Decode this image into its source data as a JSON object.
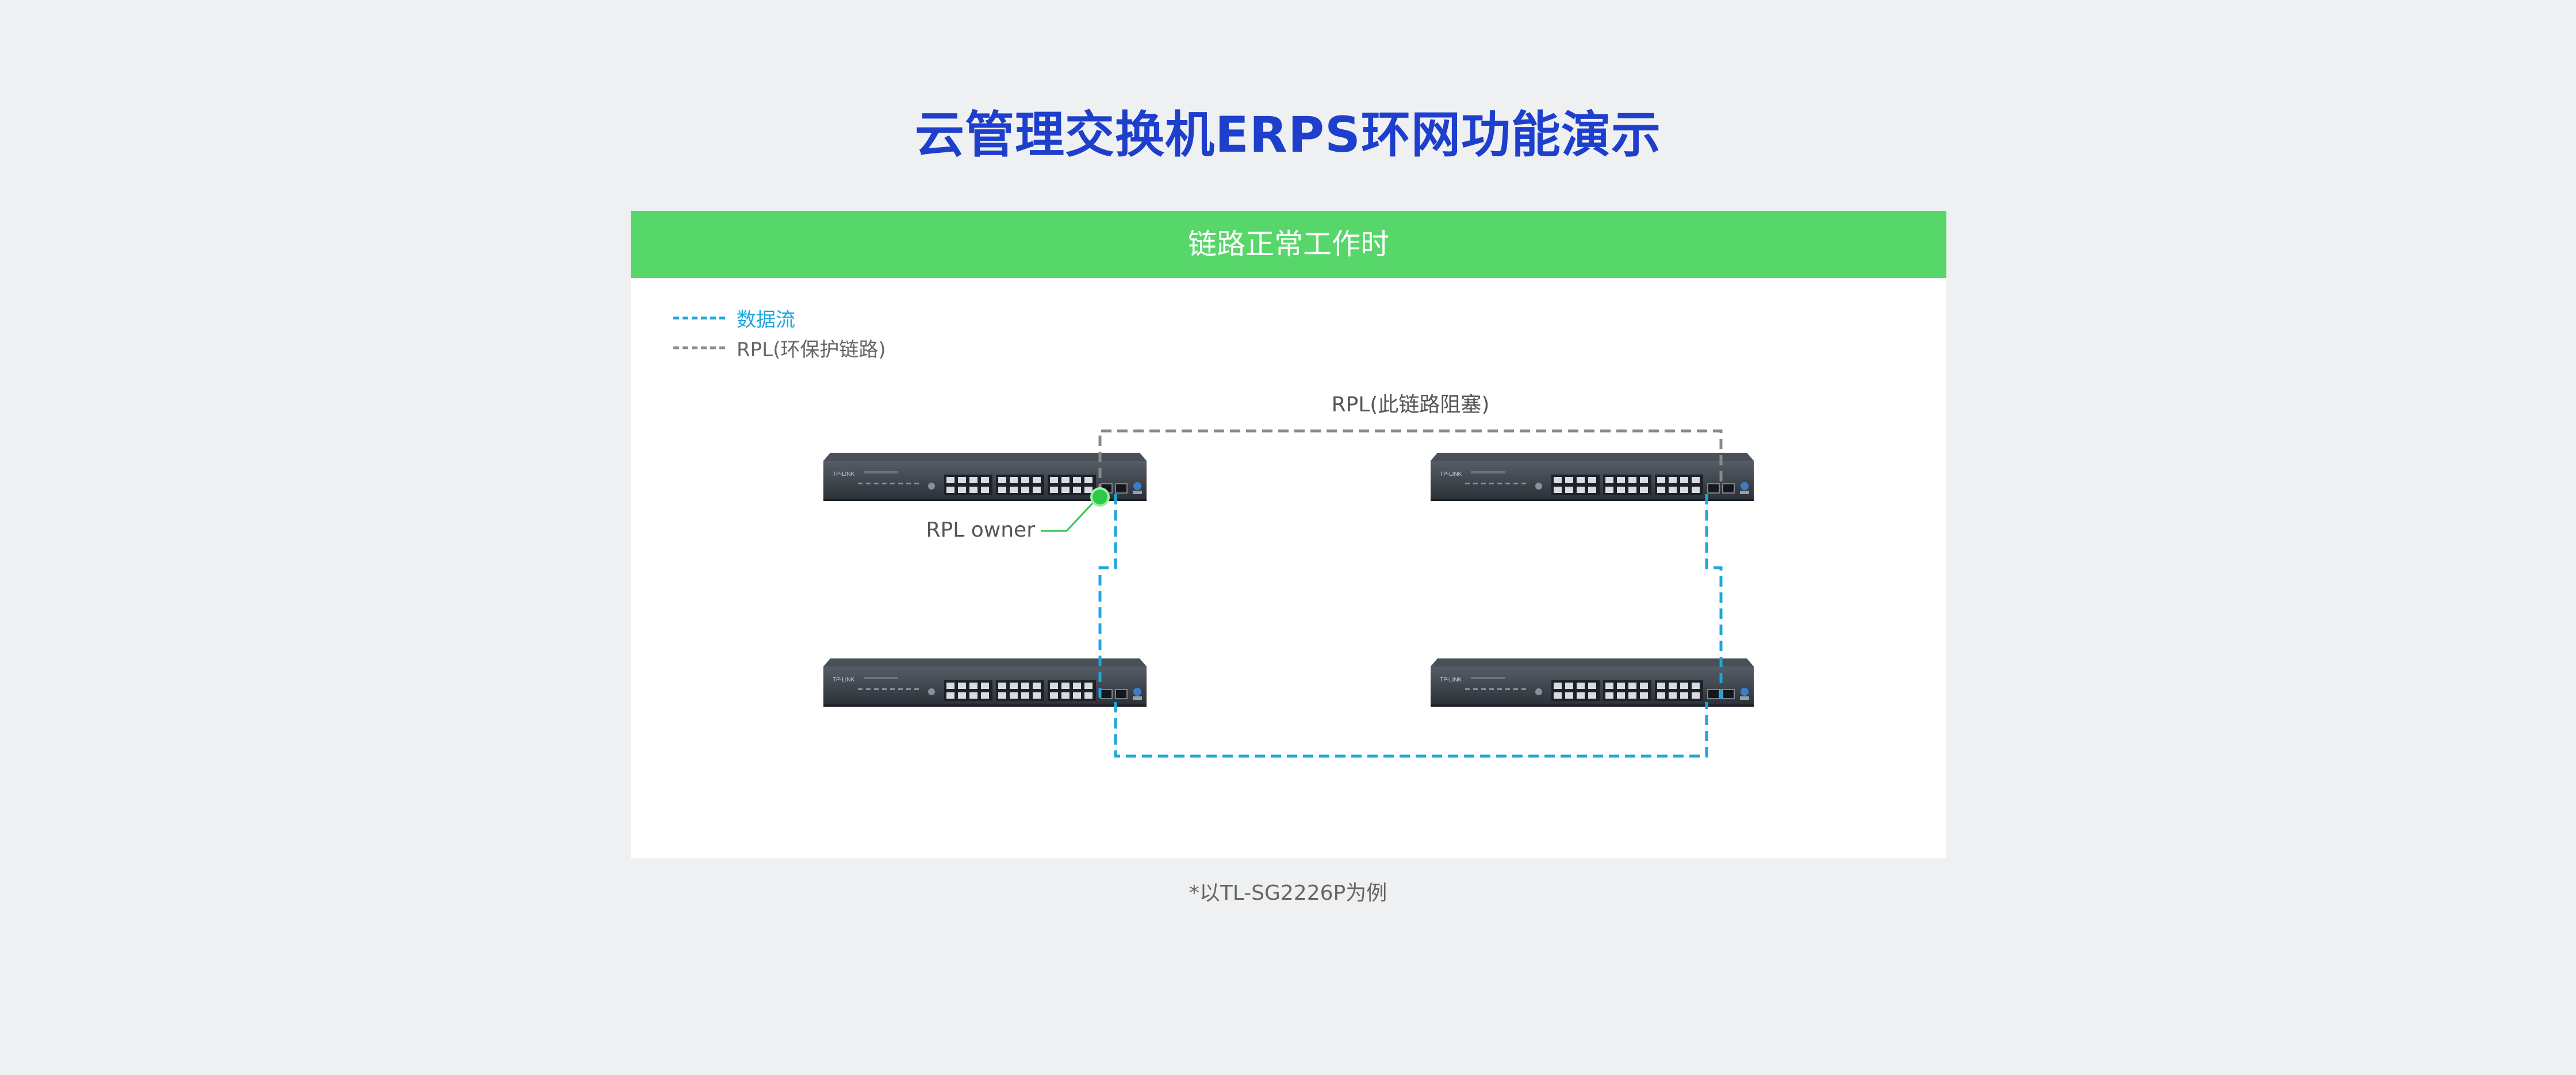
{
  "page": {
    "title": "云管理交换机ERPS环网功能演示"
  },
  "panel": {
    "header": "链路正常工作时"
  },
  "legend": {
    "items": [
      {
        "label": "数据流",
        "style": "dashed",
        "color": "#1ea6dc"
      },
      {
        "label": "RPL(环保护链路)",
        "style": "dashed",
        "color": "#8a8a8a"
      }
    ]
  },
  "diagram": {
    "rpl_label": "RPL(此链路阻塞)",
    "owner_label": "RPL owner",
    "switch_brand": "TP-LINK",
    "switches": [
      "switch-top-left",
      "switch-top-right",
      "switch-bottom-left",
      "switch-bottom-right"
    ],
    "colors": {
      "flow": "#1ea6dc",
      "rpl": "#8a8a8a",
      "owner": "#2ec84a"
    }
  },
  "caption": "*以TL-SG2226P为例"
}
